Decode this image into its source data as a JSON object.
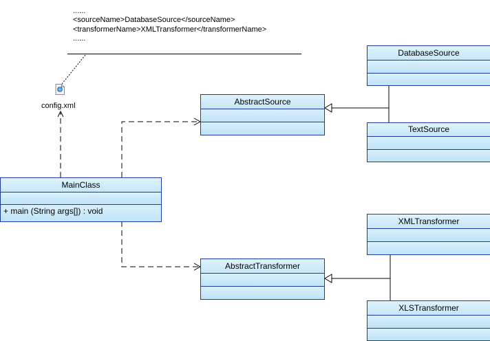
{
  "note": {
    "lines": [
      "......",
      "<sourceName>DatabaseSource</sourceName>",
      "<transformerName>XMLTransformer</transformerName>",
      "......"
    ]
  },
  "config_file": {
    "label": "config.xml",
    "icon": "xml-file-icon"
  },
  "classes": {
    "main": {
      "name": "MainClass",
      "operation": "+  main (String args[])  : void"
    },
    "abstract_source": {
      "name": "AbstractSource"
    },
    "database_source": {
      "name": "DatabaseSource"
    },
    "text_source": {
      "name": "TextSource"
    },
    "abstract_transformer": {
      "name": "AbstractTransformer"
    },
    "xml_transformer": {
      "name": "XMLTransformer"
    },
    "xls_transformer": {
      "name": "XLSTransformer"
    }
  },
  "colors": {
    "class_border": "#1f3a9e",
    "class_fill": "#cfe9f8"
  }
}
